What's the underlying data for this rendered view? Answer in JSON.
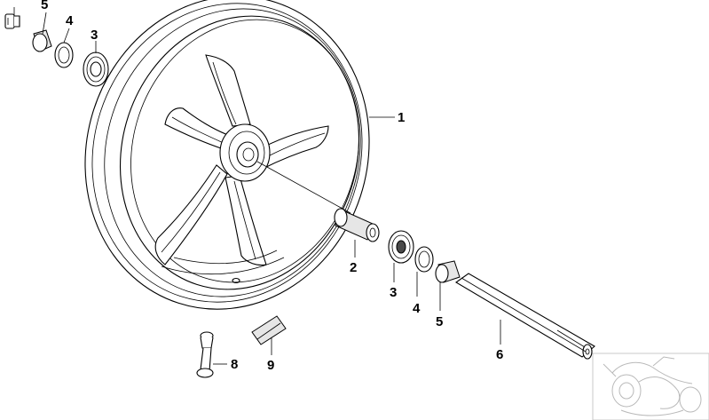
{
  "diagram": {
    "callouts": {
      "c1": "1",
      "c2": "2",
      "c3_top": "3",
      "c3_bottom": "3",
      "c4_top": "4",
      "c4_bottom": "4",
      "c5_top": "5",
      "c5_bottom": "5",
      "c6": "6",
      "c8": "8",
      "c9": "9"
    }
  }
}
